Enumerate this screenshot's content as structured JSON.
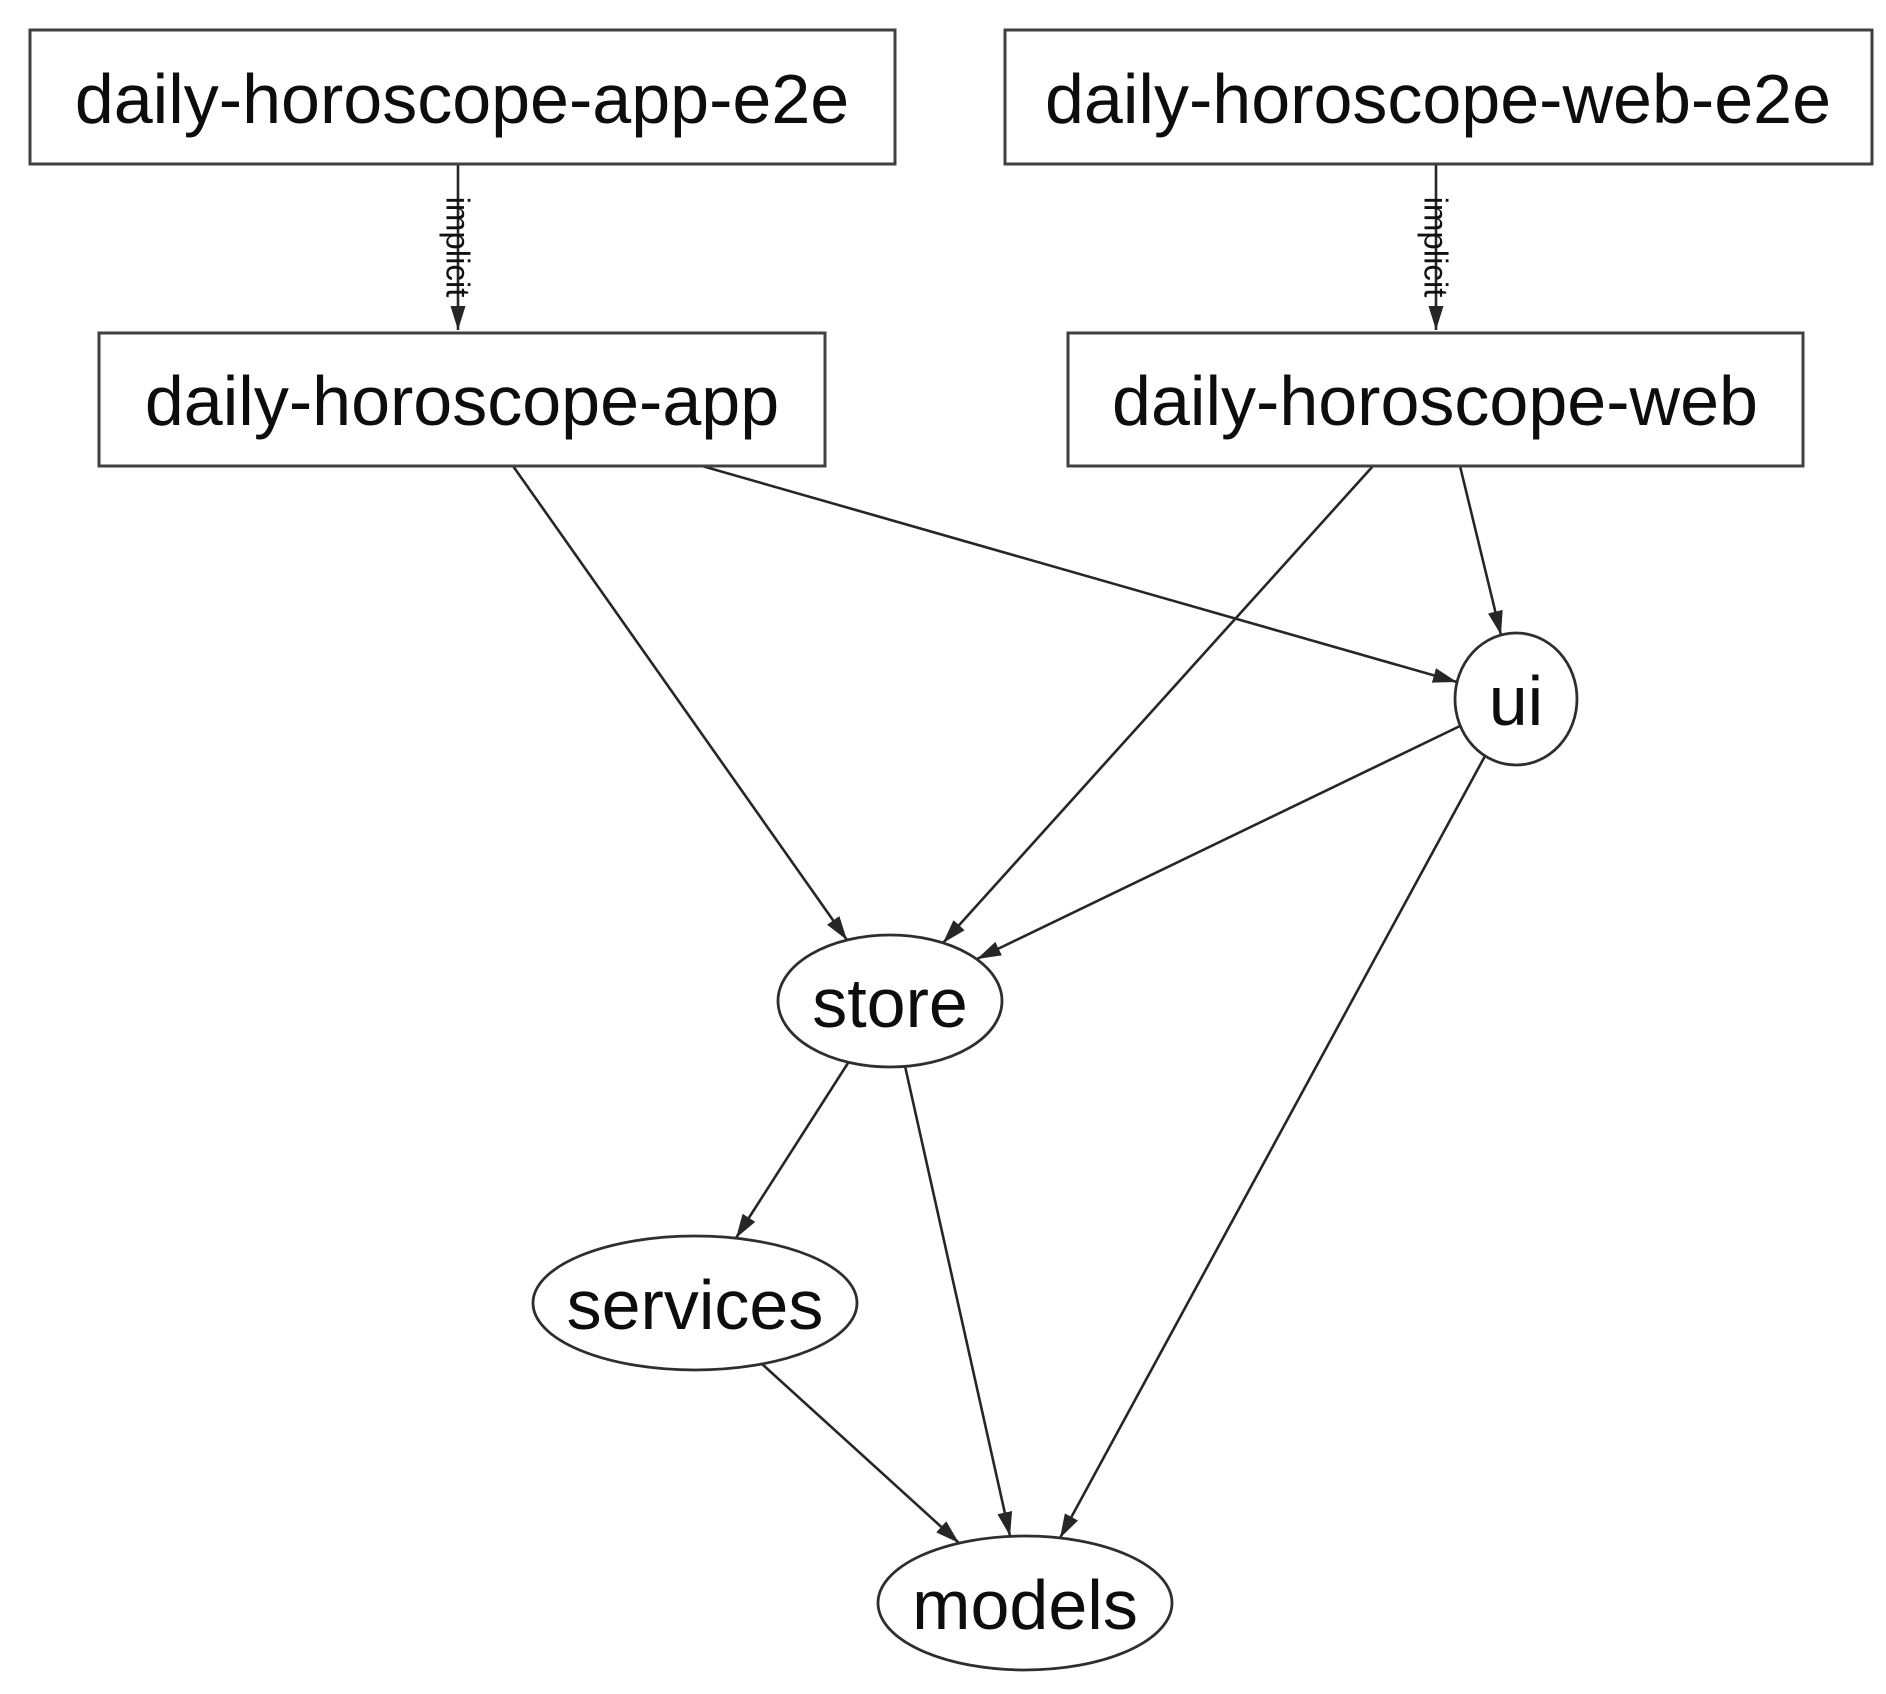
{
  "diagram": {
    "type": "dependency-graph",
    "colors": {
      "background": "#ffffff",
      "edge": "#262626",
      "node_border": "#404040",
      "node_fill": "#ffffff",
      "text": "#0d0d0d"
    },
    "nodes": [
      {
        "id": "daily-horoscope-app-e2e",
        "label": "daily-horoscope-app-e2e",
        "shape": "rect"
      },
      {
        "id": "daily-horoscope-web-e2e",
        "label": "daily-horoscope-web-e2e",
        "shape": "rect"
      },
      {
        "id": "daily-horoscope-app",
        "label": "daily-horoscope-app",
        "shape": "rect"
      },
      {
        "id": "daily-horoscope-web",
        "label": "daily-horoscope-web",
        "shape": "rect"
      },
      {
        "id": "ui",
        "label": "ui",
        "shape": "ellipse"
      },
      {
        "id": "store",
        "label": "store",
        "shape": "ellipse"
      },
      {
        "id": "services",
        "label": "services",
        "shape": "ellipse"
      },
      {
        "id": "models",
        "label": "models",
        "shape": "ellipse"
      }
    ],
    "edges": [
      {
        "from": "daily-horoscope-app-e2e",
        "to": "daily-horoscope-app",
        "label": "implicit"
      },
      {
        "from": "daily-horoscope-web-e2e",
        "to": "daily-horoscope-web",
        "label": "implicit"
      },
      {
        "from": "daily-horoscope-app",
        "to": "store",
        "label": ""
      },
      {
        "from": "daily-horoscope-app",
        "to": "ui",
        "label": ""
      },
      {
        "from": "daily-horoscope-web",
        "to": "store",
        "label": ""
      },
      {
        "from": "daily-horoscope-web",
        "to": "ui",
        "label": ""
      },
      {
        "from": "ui",
        "to": "store",
        "label": ""
      },
      {
        "from": "ui",
        "to": "models",
        "label": ""
      },
      {
        "from": "store",
        "to": "services",
        "label": ""
      },
      {
        "from": "store",
        "to": "models",
        "label": ""
      },
      {
        "from": "services",
        "to": "models",
        "label": ""
      }
    ]
  }
}
